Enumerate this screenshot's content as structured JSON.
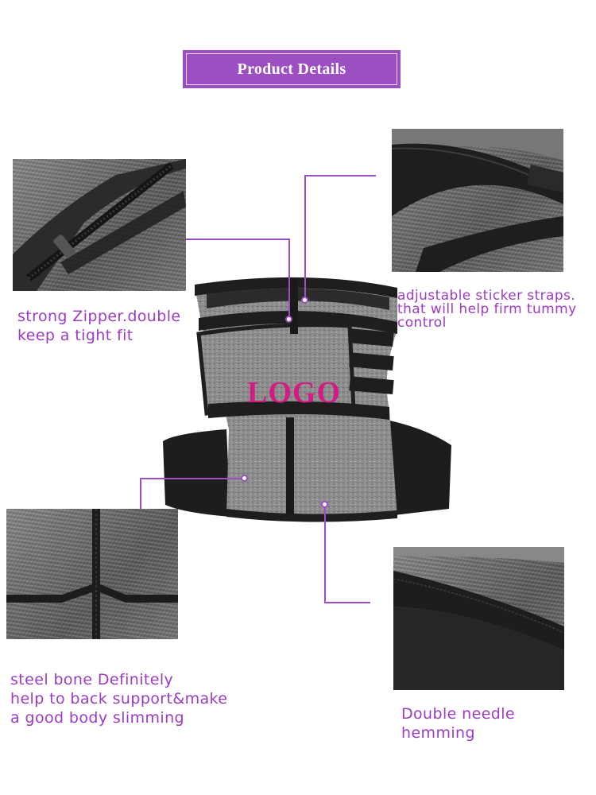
{
  "header": {
    "title": "Product Details"
  },
  "product": {
    "logo_text": "LOGO"
  },
  "features": {
    "zipper": {
      "caption": "strong Zipper.double\nkeep a tight fit"
    },
    "straps": {
      "caption": "adjustable sticker straps.\nthat will help firm tummy\ncontrol"
    },
    "bone": {
      "caption": "steel bone Definitely\nhelp to back support&make\na good body slimming"
    },
    "hemming": {
      "caption": "Double needle\nhemming"
    }
  },
  "colors": {
    "accent": "#9b4fc3",
    "caption_text": "#9c3cc2",
    "logo": "#d31b83"
  }
}
